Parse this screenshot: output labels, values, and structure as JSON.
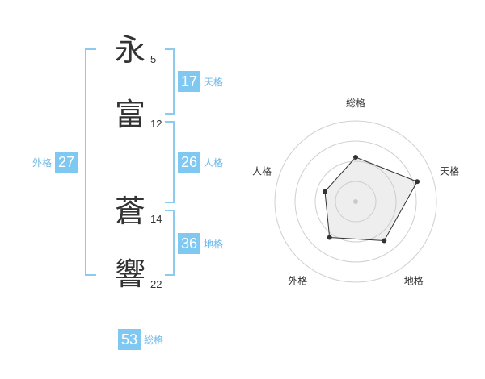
{
  "name_chars": [
    {
      "char": "永",
      "strokes": "5"
    },
    {
      "char": "富",
      "strokes": "12"
    },
    {
      "char": "蒼",
      "strokes": "14"
    },
    {
      "char": "響",
      "strokes": "22"
    }
  ],
  "kakusu": {
    "tenkaku": {
      "value": "17",
      "label": "天格"
    },
    "jinkaku": {
      "value": "26",
      "label": "人格"
    },
    "chikaku": {
      "value": "36",
      "label": "地格"
    },
    "gaikaku": {
      "value": "27",
      "label": "外格"
    },
    "soukaku": {
      "value": "53",
      "label": "総格"
    }
  },
  "colors": {
    "accent": "#7ec8f2",
    "bracket": "#8ccaf0",
    "label": "#6ab7e6",
    "text": "#333333"
  },
  "chart_data": {
    "type": "radar",
    "axes": [
      "総格",
      "天格",
      "地格",
      "外格",
      "人格"
    ],
    "values": [
      0.55,
      0.8,
      0.6,
      0.55,
      0.4
    ],
    "value_scale": "fraction of outer ring (values not printed)",
    "rings": 4
  }
}
